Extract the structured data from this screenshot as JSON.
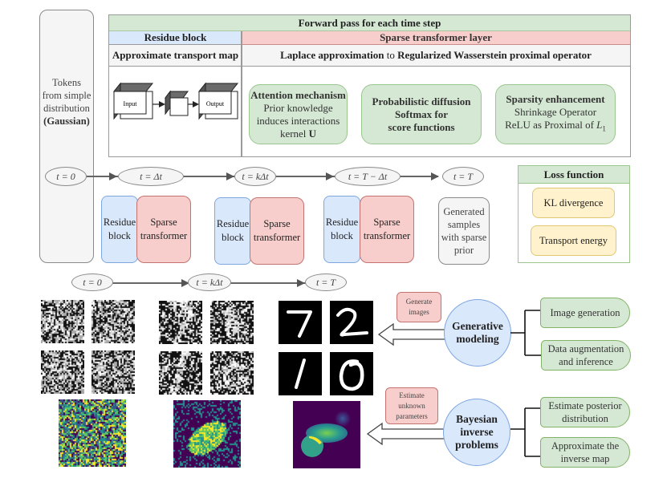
{
  "tokens": {
    "line1": "Tokens",
    "line2": "from simple",
    "line3": "distribution",
    "line4": "(Gaussian)"
  },
  "forward_pass": {
    "title": "Forward pass for each time step",
    "residue_header": "Residue block",
    "sparse_header": "Sparse transformer layer",
    "residue_subtitle": "Approximate transport map",
    "sparse_subtitle_part1": "Laplace approximation",
    "sparse_subtitle_part2": " to ",
    "sparse_subtitle_part3": "Regularized Wasserstein proximal operator",
    "nn_input_label": "Input",
    "nn_output_label": "Output",
    "components": [
      {
        "title": "Attention mechanism",
        "line2": "Prior knowledge",
        "line3": "induces interactions",
        "line4_prefix": "kernel ",
        "line4_bold": "U"
      },
      {
        "title": "Probabilistic diffusion",
        "line2": "Softmax for",
        "line3": "score functions"
      },
      {
        "title": "Sparsity enhancement",
        "line2": "Shrinkage Operator",
        "line3_prefix": "ReLU as Proximal of ",
        "line3_math": "L",
        "line3_sub": "1"
      }
    ]
  },
  "timeline": {
    "steps": [
      "t = 0",
      "t = Δt",
      "t = kΔt",
      "t = T − Δt",
      "t = T"
    ],
    "blocks": [
      {
        "residue": [
          "Residue",
          "block"
        ],
        "sparse": [
          "Sparse",
          "transformer"
        ]
      },
      {
        "residue": [
          "Residue",
          "block"
        ],
        "sparse": [
          "Sparse",
          "transformer"
        ]
      },
      {
        "residue": [
          "Residue",
          "block"
        ],
        "sparse": [
          "Sparse",
          "transformer"
        ]
      }
    ],
    "generated": [
      "Generated",
      "samples",
      "with sparse",
      "prior"
    ]
  },
  "loss": {
    "title": "Loss function",
    "items": [
      "KL divergence",
      "Transport energy"
    ]
  },
  "sample_timeline": {
    "steps": [
      "t = 0",
      "t = kΔt",
      "t = T"
    ],
    "mnist_digits": [
      "7",
      "2",
      "1",
      "0"
    ]
  },
  "applications": [
    {
      "action": [
        "Generate",
        "images"
      ],
      "name": [
        "Generative",
        "modeling"
      ],
      "uses": [
        [
          "Image generation"
        ],
        [
          "Data augmentation",
          "and inference"
        ]
      ]
    },
    {
      "action": [
        "Estimate",
        "unknown",
        "parameters"
      ],
      "name": [
        "Bayesian",
        "inverse",
        "problems"
      ],
      "uses": [
        [
          "Estimate posterior",
          "distribution"
        ],
        [
          "Approximate the",
          "inverse map"
        ]
      ]
    }
  ],
  "colors": {
    "green_fill": "#d5e8d4",
    "blue_fill": "#dae8fc",
    "red_fill": "#f8cecc",
    "yellow_fill": "#fff2cc",
    "gray_fill": "#f5f5f5"
  }
}
